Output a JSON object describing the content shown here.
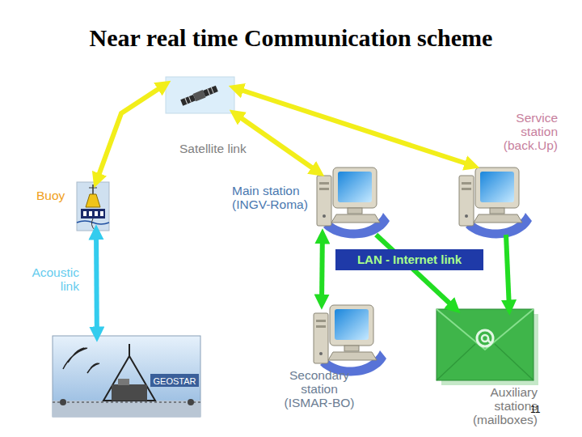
{
  "diagram": {
    "title": "Near real time Communication scheme",
    "nodes": [
      {
        "text": [
          "Satellite link"
        ]
      },
      {
        "text": [
          "Service station (back.Up)"
        ]
      },
      {
        "text": [
          "Buoy"
        ]
      },
      {
        "text": [
          "Main station (INGV-Roma)"
        ]
      },
      {
        "text": [
          "LAN - Internet link"
        ]
      },
      {
        "text": [
          "GEOSTAR"
        ]
      },
      {
        "text": [
          "Secondary station (ISMAR-BO)"
        ]
      },
      {
        "text": [
          "Auxiliary stations (mailboxes)"
        ]
      }
    ],
    "edges": [
      {
        "from": 2,
        "to": 0,
        "arrow": "both"
      },
      {
        "from": 0,
        "to": 3,
        "arrow": "both"
      },
      {
        "from": 0,
        "to": 1,
        "arrow": "both"
      },
      {
        "from": 2,
        "to": 5,
        "label": "Acoustic link",
        "arrow": "both"
      },
      {
        "from": 3,
        "to": 6,
        "arrow": "both"
      },
      {
        "from": 3,
        "to": 7,
        "arrow": "to"
      },
      {
        "from": 1,
        "to": 7,
        "arrow": "to"
      }
    ],
    "labels": [
      "11"
    ]
  }
}
